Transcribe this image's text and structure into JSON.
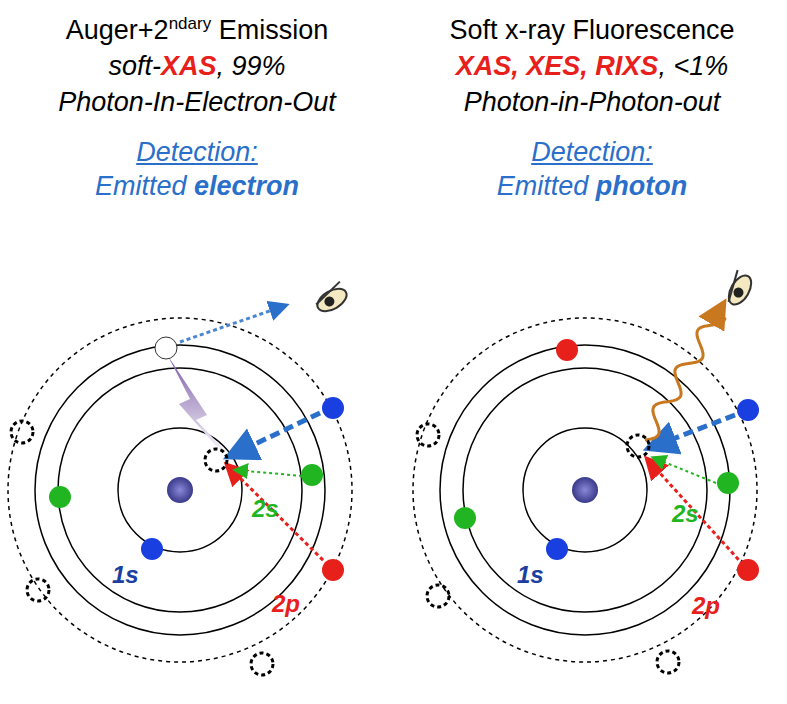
{
  "diagram": {
    "labels": [
      "Auger+2",
      "ndary",
      " Emission",
      "soft-",
      "XAS",
      ", 99%",
      "Photon-In-Electron-Out",
      "Detection:",
      "Emitted ",
      "electron",
      "1s",
      "2s",
      "2p",
      "Soft x-ray Fluorescence",
      "XAS, XES, RIXS",
      ", <1%",
      "Photon-in-Photon-out",
      "Detection:",
      "Emitted ",
      "photon",
      "1s",
      "2s",
      "2p"
    ]
  }
}
